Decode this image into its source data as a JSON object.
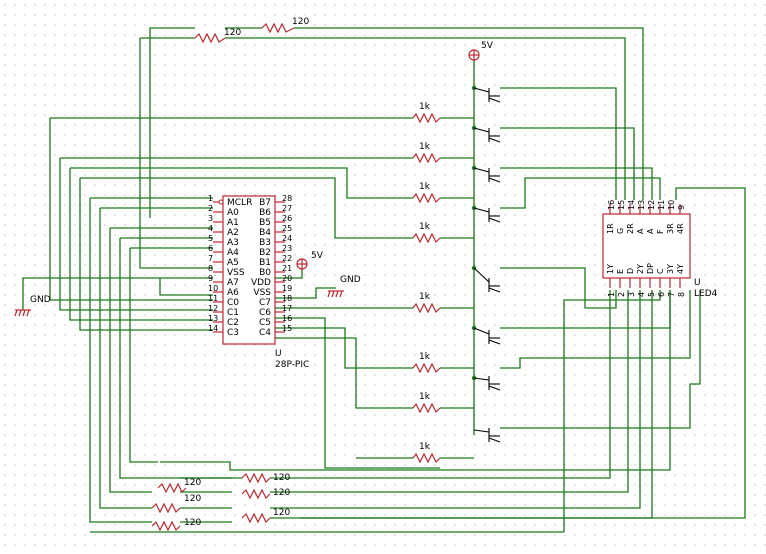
{
  "labels": {
    "ic_pic_ref": "U",
    "ic_pic_name": "28P-PIC",
    "ic_led_ref": "U",
    "ic_led_name": "LED4",
    "vcc_top": "5V",
    "vcc_pic": "5V",
    "gnd_left": "GND",
    "gnd_pic": "GND",
    "res_1k": "1k",
    "res_120": "120"
  },
  "pic": {
    "left_pins": [
      {
        "num": "1",
        "name": "MCLR"
      },
      {
        "num": "2",
        "name": "A0"
      },
      {
        "num": "3",
        "name": "A1"
      },
      {
        "num": "4",
        "name": "A2"
      },
      {
        "num": "5",
        "name": "A3"
      },
      {
        "num": "6",
        "name": "A4"
      },
      {
        "num": "7",
        "name": "A5"
      },
      {
        "num": "8",
        "name": "VSS"
      },
      {
        "num": "9",
        "name": "A7"
      },
      {
        "num": "10",
        "name": "A6"
      },
      {
        "num": "11",
        "name": "C0"
      },
      {
        "num": "12",
        "name": "C1"
      },
      {
        "num": "13",
        "name": "C2"
      },
      {
        "num": "14",
        "name": "C3"
      }
    ],
    "right_pins": [
      {
        "num": "28",
        "name": "B7"
      },
      {
        "num": "27",
        "name": "B6"
      },
      {
        "num": "26",
        "name": "B5"
      },
      {
        "num": "25",
        "name": "B4"
      },
      {
        "num": "24",
        "name": "B3"
      },
      {
        "num": "23",
        "name": "B2"
      },
      {
        "num": "22",
        "name": "B1"
      },
      {
        "num": "21",
        "name": "B0"
      },
      {
        "num": "20",
        "name": "VDD"
      },
      {
        "num": "19",
        "name": "VSS"
      },
      {
        "num": "18",
        "name": "C7"
      },
      {
        "num": "17",
        "name": "C6"
      },
      {
        "num": "16",
        "name": "C5"
      },
      {
        "num": "15",
        "name": "C4"
      }
    ]
  },
  "led": {
    "top_pins": [
      {
        "num": "16",
        "name": "1R"
      },
      {
        "num": "15",
        "name": "G"
      },
      {
        "num": "14",
        "name": "2R"
      },
      {
        "num": "13",
        "name": "A"
      },
      {
        "num": "12",
        "name": "A"
      },
      {
        "num": "11",
        "name": "F"
      },
      {
        "num": "10",
        "name": "3R"
      },
      {
        "num": "9",
        "name": "4R"
      }
    ],
    "bottom_pins": [
      {
        "num": "1",
        "name": "1Y"
      },
      {
        "num": "2",
        "name": "E"
      },
      {
        "num": "3",
        "name": "D"
      },
      {
        "num": "4",
        "name": "2Y"
      },
      {
        "num": "5",
        "name": "DP"
      },
      {
        "num": "6",
        "name": "C"
      },
      {
        "num": "7",
        "name": "3Y"
      },
      {
        "num": "8",
        "name": "4Y"
      }
    ]
  }
}
